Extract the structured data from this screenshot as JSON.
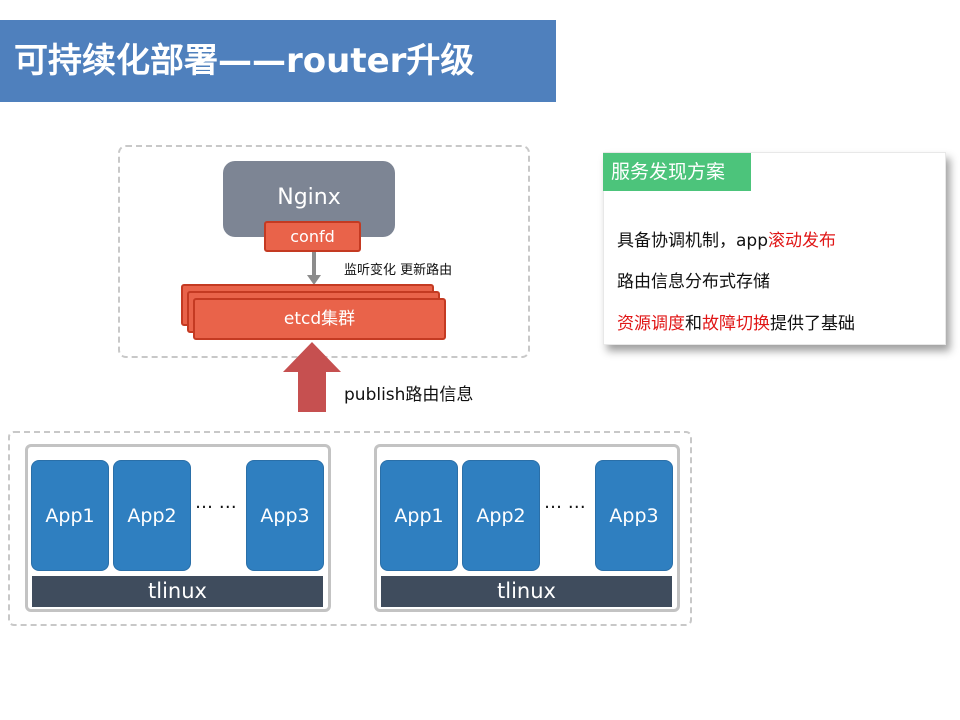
{
  "title": "可持续化部署——router升级",
  "diagram": {
    "nginx_label": "Nginx",
    "confd_label": "confd",
    "watch_label": "监听变化 更新路由",
    "etcd_label": "etcd集群",
    "publish_label": "publish路由信息"
  },
  "card": {
    "header": "服务发现方案",
    "line1": {
      "pre": "具备协调机制，app",
      "red": "滚动发布"
    },
    "line2": "路由信息分布式存储",
    "line3": {
      "red1": "资源调度",
      "mid": "和",
      "red2": "故障切换",
      "post": "提供了基础"
    }
  },
  "hosts": [
    {
      "apps": [
        "App1",
        "App2",
        "App3"
      ],
      "dots": "… …",
      "os": "tlinux"
    },
    {
      "apps": [
        "App1",
        "App2",
        "App3"
      ],
      "dots": "… …",
      "os": "tlinux"
    }
  ],
  "colors": {
    "banner": "#4f80bd",
    "nginx": "#7d8594",
    "etcd": "#e9634a",
    "publish_arrow": "#c65050",
    "card_header": "#4cc47b",
    "highlight": "#e01616",
    "app": "#2f7fc0",
    "tlinux": "#3f4c5d"
  }
}
